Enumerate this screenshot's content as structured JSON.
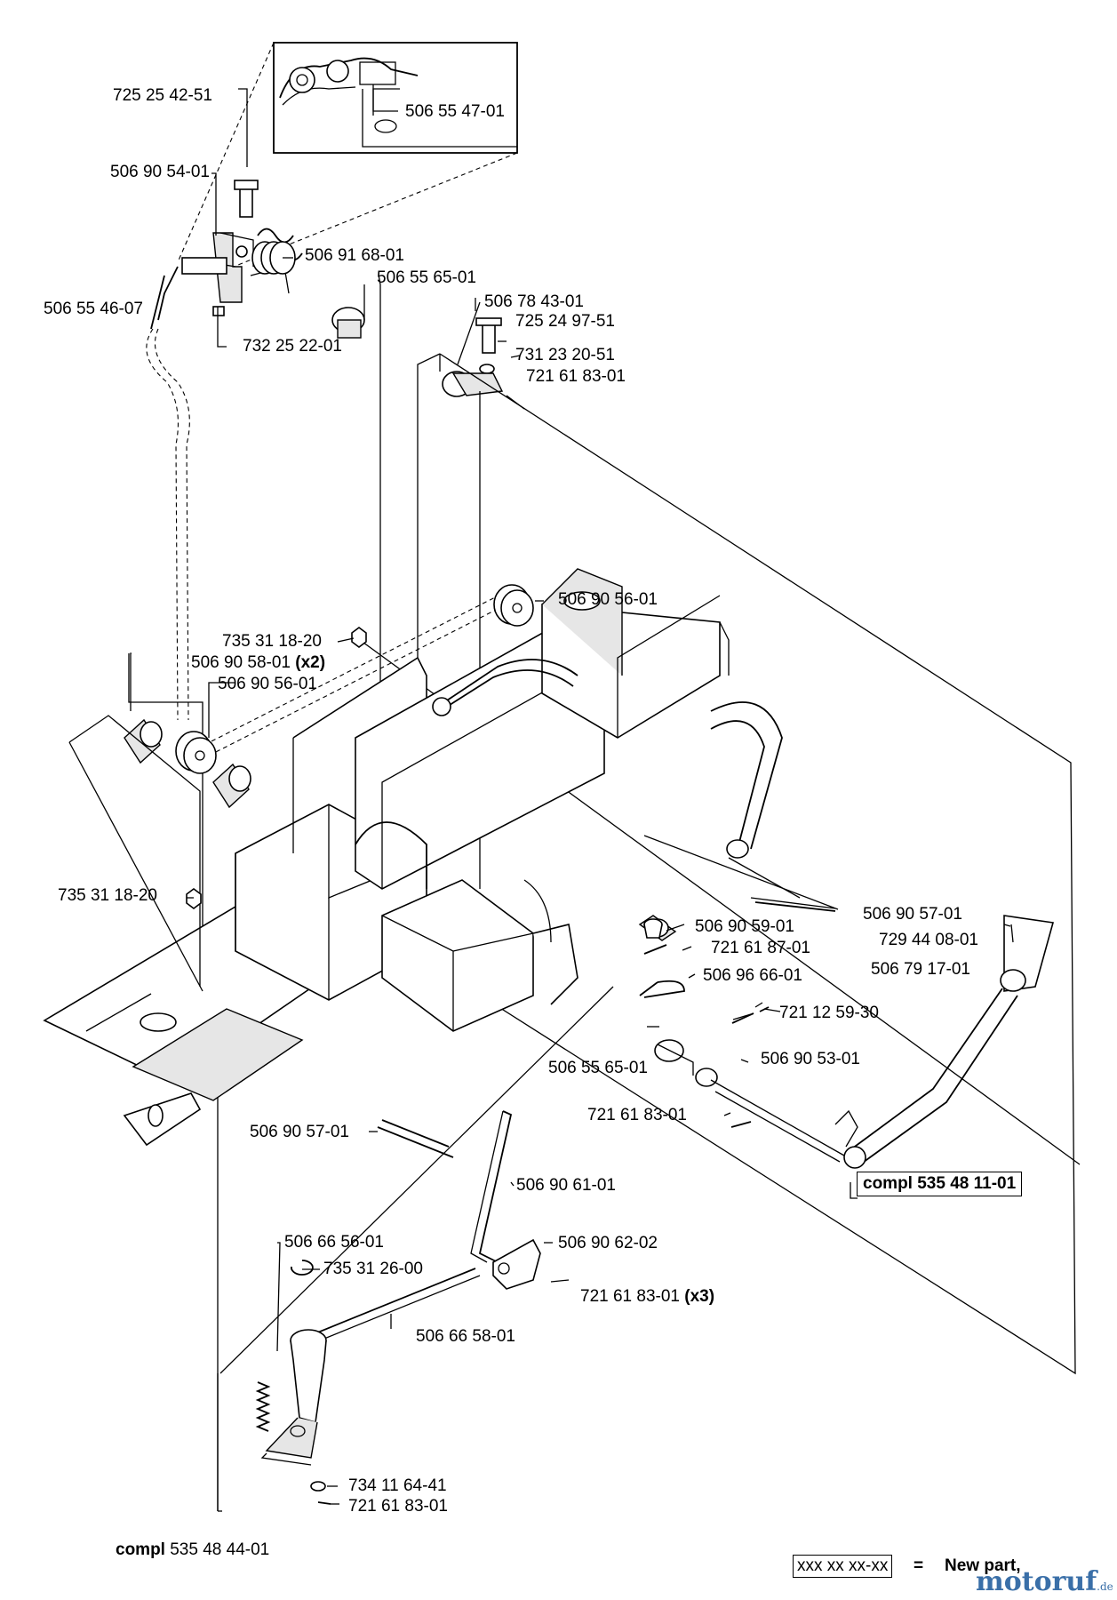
{
  "labels": {
    "l01": "725 25 42-51",
    "l02": "506 55 47-01",
    "l03": "506 90 54-01",
    "l04": "506 91 68-01",
    "l05": "506 55 65-01",
    "l06": "506 55 46-07",
    "l07": "732 25 22-01",
    "l08": "506 78 43-01",
    "l09": "725 24 97-51",
    "l10": "731 23 20-51",
    "l11": "721 61 83-01",
    "l12": "506 90 56-01",
    "l13": "735 31 18-20",
    "l14": "506 90 58-01",
    "l14x": "(x2)",
    "l15": "506 90 56-01",
    "l16": "735 31 18-20",
    "l17": "506 90 57-01",
    "l18": "506 90 59-01",
    "l19": "729 44 08-01",
    "l20": "721 61 87-01",
    "l21": "506 79 17-01",
    "l22": "506 96 66-01",
    "l23": "721 12 59-30",
    "l24": "506 55 65-01",
    "l25": "506 90 53-01",
    "l26": "721 61 83-01",
    "l27": "506 90 57-01",
    "l28": "compl 535 48 11-01",
    "l29": "506 90 61-01",
    "l30": "506 66 56-01",
    "l31": "506 90 62-02",
    "l32": "735 31 26-00",
    "l33": "721 61 83-01",
    "l33x": "(x3)",
    "l34": "506 66 58-01",
    "l35": "734 11 64-41",
    "l36": "721 61 83-01",
    "l37a": "compl",
    "l37b": "535 48 44-01"
  },
  "legend": {
    "key": "xxx xx xx-xx",
    "equals": "=",
    "text": "New part,"
  },
  "brand": {
    "name": "motoruf",
    "tld": ".de",
    "color": "#3a6fa8"
  }
}
